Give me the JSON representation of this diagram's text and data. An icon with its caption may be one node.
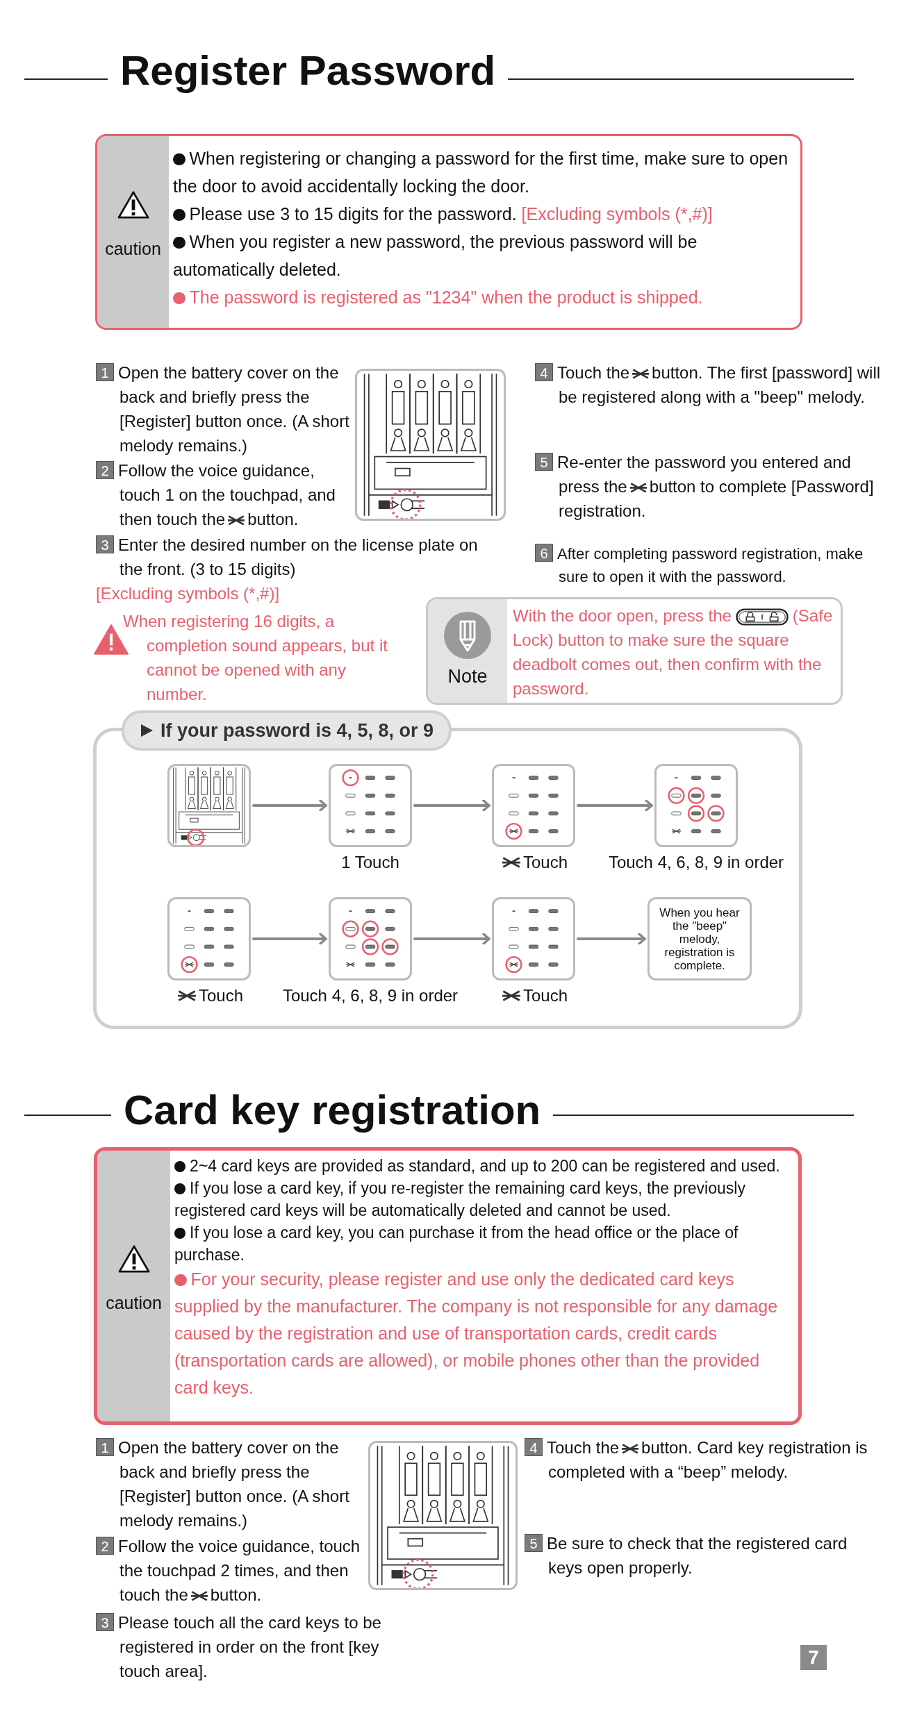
{
  "diagram": {
    "nodes": [
      {
        "text": [
          "caution",
          "When registering or changing a password for the first time, make sure to open the door to avoid accidentally locking the door.",
          "Please use 3 to 15 digits for the password.",
          "[Excluding symbols (*,#)]",
          "When you register a new password, the previous password will be automatically deleted.",
          "The password is registered as \"1234\" when the product is shipped."
        ]
      },
      {
        "text": [],
        "shape": "picture"
      },
      {
        "text": [
          "Note",
          "With the door open, press the",
          "(Safe Lock) button to make sure the square deadbolt comes out, then confirm with the password."
        ]
      },
      {
        "text": [
          "If your password is 4, 5, 8, or 9"
        ]
      },
      {
        "text": [],
        "shape": "picture",
        "in": 3
      },
      {
        "text": [],
        "shape": "picture",
        "in": 3,
        "beside": [
          "1 Touch"
        ]
      },
      {
        "text": [],
        "shape": "picture",
        "in": 3,
        "beside": [
          "Touch"
        ]
      },
      {
        "text": [],
        "shape": "picture",
        "in": 3,
        "beside": [
          "Touch 4, 6, 8, 9 in order"
        ]
      },
      {
        "text": [],
        "shape": "picture",
        "in": 3,
        "beside": [
          "Touch"
        ]
      },
      {
        "text": [],
        "shape": "picture",
        "in": 3,
        "beside": [
          "Touch 4, 6, 8, 9 in order"
        ]
      },
      {
        "text": [],
        "shape": "picture",
        "in": 3,
        "beside": [
          "Touch"
        ]
      },
      {
        "text": [
          "When you hear the \"beep\" melody, registration is complete."
        ],
        "in": 3
      },
      {
        "text": [
          "caution",
          "2~4 card keys are provided as standard, and up to 200 can be registered and used.",
          "If you lose a card key, if you re-register the remaining card keys, the previously registered card keys will be automatically deleted and cannot be used.",
          "If you lose a card key, you can purchase it from the head office or the place of purchase.",
          "For your security, please register and use only the dedicated card keys supplied by the manufacturer. The company is not responsible for any damage caused by the registration and use of transportation cards, credit cards (transportation cards are allowed), or mobile phones other than the provided card keys."
        ]
      },
      {
        "text": [],
        "shape": "picture"
      }
    ],
    "edges": [
      {
        "from": 4,
        "to": 5,
        "arrow": "to"
      },
      {
        "from": 5,
        "to": 6,
        "arrow": "to"
      },
      {
        "from": 6,
        "to": 7,
        "arrow": "to"
      },
      {
        "from": 8,
        "to": 9,
        "arrow": "to"
      },
      {
        "from": 9,
        "to": 10,
        "arrow": "to"
      },
      {
        "from": 10,
        "to": 11,
        "arrow": "to"
      }
    ],
    "labels": [
      "Register Password",
      "1",
      "Open the battery cover on the back and briefly press the [Register] button once. (A short melody remains.)",
      "2",
      "Follow the voice guidance, touch 1 on the touchpad, and then touch the",
      "button.",
      "3",
      "Enter the desired number on the license plate on the front. (3 to 15 digits)",
      "[Excluding symbols (*,#)]",
      "When registering 16 digits, a completion sound appears, but it cannot be opened with any number.",
      "4",
      "Touch the",
      "button. The first [password] will be registered along with a \"beep\" melody.",
      "5",
      "Re-enter the password you entered and press the",
      "button to complete [Password] registration.",
      "6",
      "After completing password registration, make sure to open it with the password.",
      "Card key registration",
      "1",
      "Open the battery cover on the back and briefly press the [Register] button once. (A short melody remains.)",
      "2",
      "Follow the voice guidance, touch the touchpad 2 times, and then touch the",
      "button.",
      "3",
      "Please touch all the card keys to be registered in order on the front [key touch area].",
      "4",
      "Touch the",
      "button. Card key registration is completed with a “beep” melody.",
      "5",
      "Be sure to check that the registered card keys open properly.",
      "7"
    ]
  }
}
